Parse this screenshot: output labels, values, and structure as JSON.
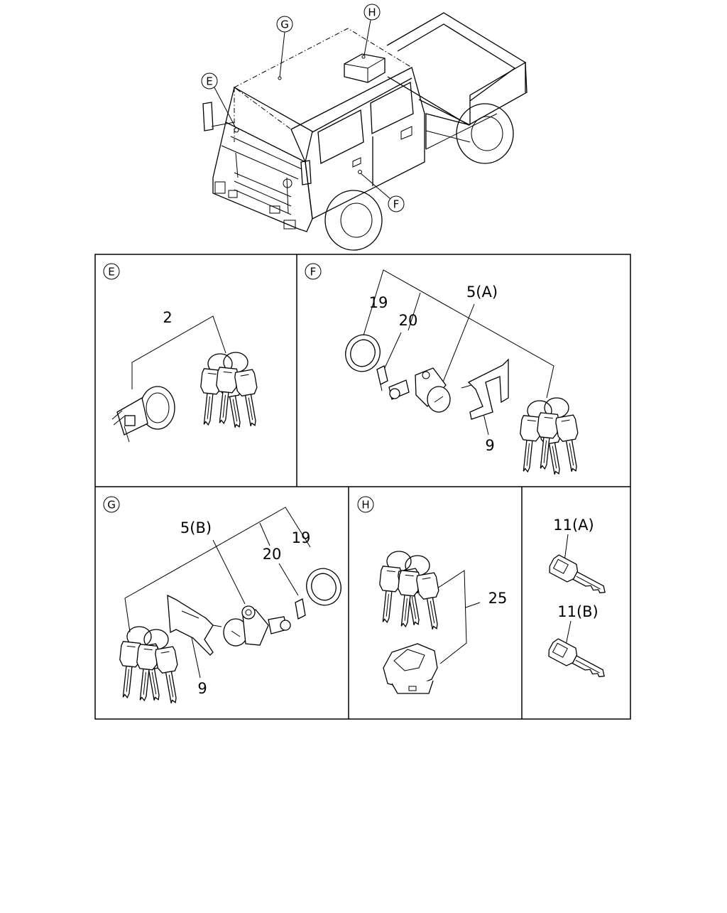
{
  "overview": {
    "callouts": [
      "G",
      "H",
      "E",
      "F"
    ]
  },
  "panels": {
    "E": {
      "letter": "E",
      "labels": {
        "p2": "2"
      }
    },
    "F": {
      "letter": "F",
      "labels": {
        "p19": "19",
        "p20": "20",
        "p5": "5(A)",
        "p9": "9"
      }
    },
    "G": {
      "letter": "G",
      "labels": {
        "p5": "5(B)",
        "p19": "19",
        "p20": "20",
        "p9": "9"
      }
    },
    "H": {
      "letter": "H",
      "labels": {
        "p25": "25"
      }
    },
    "K": {
      "labels": {
        "k11a": "11(A)",
        "k11b": "11(B)"
      }
    }
  }
}
